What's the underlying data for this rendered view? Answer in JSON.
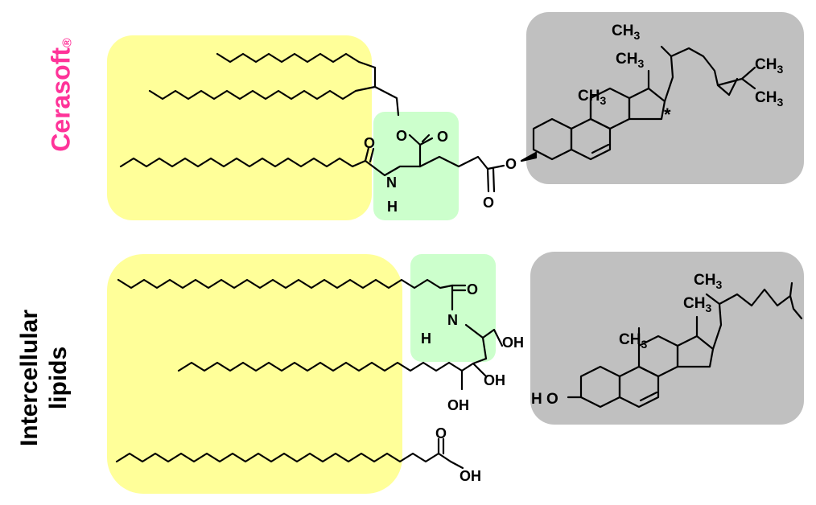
{
  "labels": {
    "cerasoft": "Cerasoft",
    "cerasoft_mark": "®",
    "intercellular_line1": "Intercellular",
    "intercellular_line2": "lipids"
  },
  "atoms": {
    "O": "O",
    "N": "N",
    "H": "H",
    "OH": "OH",
    "HO": "H O",
    "CH3": "CH",
    "sub3": "3",
    "asterisk": "*"
  },
  "colors": {
    "lipid_chain_box": "#ffff99",
    "head_group_box": "#ccffcc",
    "sterol_box": "#c0c0c0",
    "cerasoft_label": "#ff3399"
  },
  "regions": [
    "lipid-chain-region",
    "head-group-region",
    "sterol-region"
  ]
}
